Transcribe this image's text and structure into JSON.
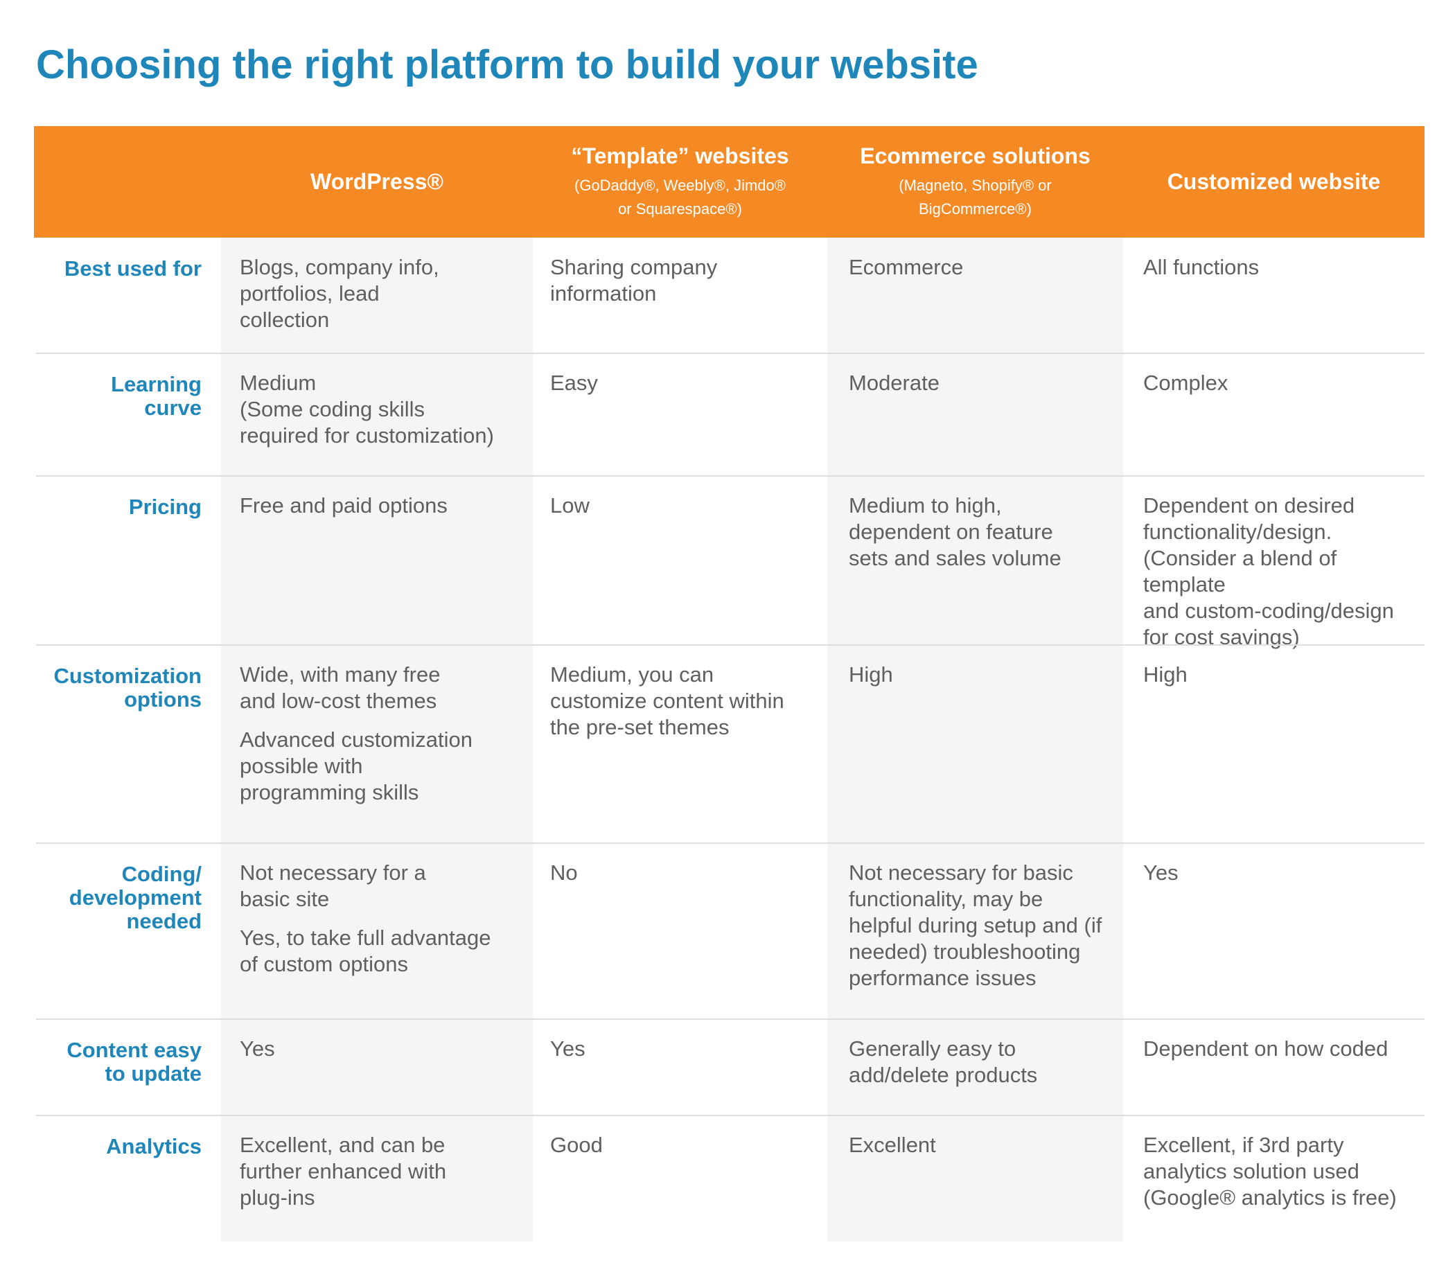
{
  "title": "Choosing the right platform to build your website",
  "colors": {
    "title": "#1f86b9",
    "header_bg": "#f58924",
    "header_text": "#ffffff",
    "row_label": "#1f86b9",
    "cell_text": "#5e5f61",
    "shaded_column": "#f4f5f6",
    "divider": "#dcdee0"
  },
  "columns": [
    {
      "name": "WordPress®",
      "sub": ""
    },
    {
      "name": "“Template” websites",
      "sub": "(GoDaddy®, Weebly®, Jimdo®\nor Squarespace®)"
    },
    {
      "name": "Ecommerce solutions",
      "sub": "(Magneto, Shopify® or\nBigCommerce®)"
    },
    {
      "name": "Customized website",
      "sub": ""
    }
  ],
  "rows": [
    {
      "label": "Best used for",
      "cells": [
        [
          "Blogs, company info,\nportfolios, lead\ncollection"
        ],
        [
          "Sharing company\ninformation"
        ],
        [
          "Ecommerce"
        ],
        [
          "All functions"
        ]
      ]
    },
    {
      "label": "Learning\ncurve",
      "cells": [
        [
          "Medium\n(Some coding skills\nrequired for customization)"
        ],
        [
          "Easy"
        ],
        [
          "Moderate"
        ],
        [
          "Complex"
        ]
      ]
    },
    {
      "label": "Pricing",
      "cells": [
        [
          "Free and paid options"
        ],
        [
          "Low"
        ],
        [
          "Medium to high,\ndependent on feature\nsets and sales volume"
        ],
        [
          "Dependent on desired\nfunctionality/design.\n(Consider a blend of template\nand custom-coding/design\nfor cost savings)"
        ]
      ]
    },
    {
      "label": "Customization\noptions",
      "cells": [
        [
          "Wide, with many free\nand low-cost themes",
          "Advanced customization\npossible with\nprogramming skills"
        ],
        [
          "Medium, you can\ncustomize content within\nthe pre-set themes"
        ],
        [
          "High"
        ],
        [
          "High"
        ]
      ]
    },
    {
      "label": "Coding/\ndevelopment\nneeded",
      "cells": [
        [
          "Not necessary for a\nbasic site",
          "Yes, to take full advantage\nof custom options"
        ],
        [
          "No"
        ],
        [
          "Not necessary for basic\nfunctionality, may be\nhelpful during setup and (if\nneeded) troubleshooting\nperformance issues"
        ],
        [
          "Yes"
        ]
      ]
    },
    {
      "label": "Content easy\nto update",
      "cells": [
        [
          "Yes"
        ],
        [
          "Yes"
        ],
        [
          "Generally easy to\nadd/delete products"
        ],
        [
          "Dependent on how coded"
        ]
      ]
    },
    {
      "label": "Analytics",
      "cells": [
        [
          "Excellent, and can be\nfurther enhanced with\nplug-ins"
        ],
        [
          "Good"
        ],
        [
          "Excellent"
        ],
        [
          "Excellent, if 3rd party\nanalytics solution used\n(Google® analytics is free)"
        ]
      ]
    }
  ]
}
